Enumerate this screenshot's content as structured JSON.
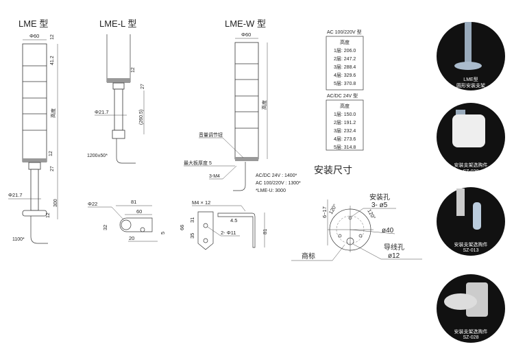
{
  "lme": {
    "title": "LME 型",
    "dia60": "Φ60",
    "d12a": "12",
    "d41": "41.2",
    "height": "高度",
    "d12b": "12",
    "d27": "27",
    "d217": "Φ21.7",
    "d300": "300",
    "d12c": "12",
    "cable": "1100*"
  },
  "lmel": {
    "title": "LME-L 型",
    "d12": "12",
    "d27": "27",
    "d2605": "(260.5)",
    "d217": "Φ21.7",
    "cable": "1200±50*"
  },
  "lmew": {
    "title": "LME-W 型",
    "dia60": "Φ60",
    "height": "高度",
    "knob": "音量调节钮",
    "plate": "最大板厚度 5",
    "screw": "3-M4",
    "cable1": "AC/DC 24V : 1400*",
    "cable2": "AC 100/220V : 1300*",
    "cable3": "*LME-U: 3000"
  },
  "table_ac": {
    "title": "AC 100/220V  型",
    "header": "高度",
    "rows": [
      "1层: 206.0",
      "2层: 247.2",
      "3层: 288.4",
      "4层: 329.6",
      "5层: 370.8"
    ]
  },
  "table_dc": {
    "title": "AC/DC  24V 型",
    "header": "高度",
    "rows": [
      "1层: 150.0",
      "2层: 191.2",
      "3层: 232.4",
      "4层: 273.6",
      "5层: 314.8"
    ]
  },
  "bracket1": {
    "d22": "Φ22",
    "d81": "81",
    "d60": "60",
    "d32": "32",
    "d5": "5",
    "d20": "20"
  },
  "bracket2": {
    "m4": "M4 × 12",
    "d66": "66",
    "d31": "31",
    "d35": "35",
    "holes": "2- Φ11",
    "d45": "4.5",
    "d81": "81"
  },
  "mount": {
    "title": "安装尺寸",
    "range": "6~17",
    "a1": "120°",
    "a2": "120°",
    "hole_label": "安装孔",
    "hole_size": "3- ø5",
    "d40": "ø40",
    "wire_label": "导线孔",
    "wire_size": "ø12",
    "logo": "商标"
  },
  "photos": [
    {
      "l1": "LME型",
      "l2": "圆形安装支架"
    },
    {
      "l1": "安装支架选购件",
      "l2": "SZ-020"
    },
    {
      "l1": "安装支架选购件",
      "l2": "SZ-013"
    },
    {
      "l1": "安装支架选购件",
      "l2": "SZ-028"
    }
  ]
}
